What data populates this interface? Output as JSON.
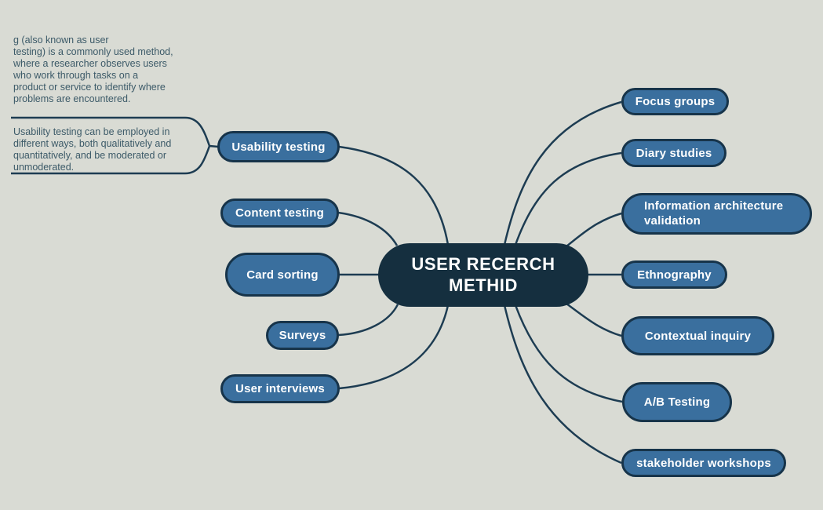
{
  "colors": {
    "background": "#d9dbd4",
    "node_fill": "#3a6f9e",
    "node_border": "#17344a",
    "center_fill": "#152f3f",
    "connector": "#1d3c52",
    "node_text": "#ffffff",
    "annotation_text": "#3c5a68"
  },
  "center": {
    "label_line1": "USER RECERCH",
    "label_line2": "METHID"
  },
  "annotations": {
    "paragraph1": "g (also known as user\ntesting) is a commonly used method,\nwhere a researcher observes users\nwho work through tasks on a\nproduct or service to identify where\nproblems are encountered.",
    "paragraph2": "Usability testing can be employed in\ndifferent ways, both qualitatively and\nquantitatively, and be moderated or\nunmoderated."
  },
  "branches": {
    "left": [
      {
        "label": "Usability testing"
      },
      {
        "label": "Content testing"
      },
      {
        "label": "Card sorting"
      },
      {
        "label": "Surveys"
      },
      {
        "label": "User interviews"
      }
    ],
    "right": [
      {
        "label": "Focus groups"
      },
      {
        "label": "Diary studies"
      },
      {
        "label": "Information architecture validation"
      },
      {
        "label": "Ethnography"
      },
      {
        "label": "Contextual inquiry"
      },
      {
        "label": "A/B Testing"
      },
      {
        "label": "stakeholder workshops"
      }
    ]
  }
}
